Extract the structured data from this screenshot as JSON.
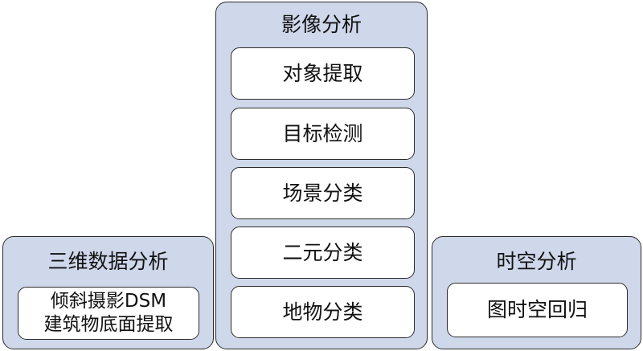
{
  "left_panel": {
    "title": "三维数据分析",
    "item_line1": "倾斜摄影DSM",
    "item_line2": "建筑物底面提取"
  },
  "center_panel": {
    "title": "影像分析",
    "items": [
      {
        "label": "对象提取"
      },
      {
        "label": "目标检测"
      },
      {
        "label": "场景分类"
      },
      {
        "label": "二元分类"
      },
      {
        "label": "地物分类"
      }
    ]
  },
  "right_panel": {
    "title": "时空分析",
    "item": "图时空回归"
  },
  "colors": {
    "panel_fill": "#cfd8ea",
    "box_fill": "#ffffff",
    "border": "#2b2b2b"
  }
}
